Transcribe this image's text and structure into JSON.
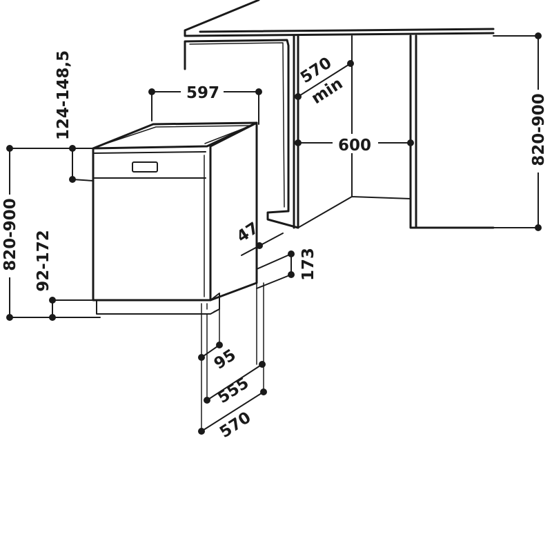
{
  "dimensions": {
    "unit_width": "597",
    "recess_depth_min": "570",
    "recess_depth_min_label": "min",
    "recess_width": "600",
    "recess_height": "820-900",
    "unit_height": "820-900",
    "top_offset": "124-148,5",
    "plinth_height": "92-172",
    "side_offset": "47",
    "side_gap": "173",
    "door_inset": "95",
    "body_depth": "555",
    "total_depth": "570"
  },
  "colors": {
    "line": "#1a1a1a",
    "background": "#ffffff"
  }
}
